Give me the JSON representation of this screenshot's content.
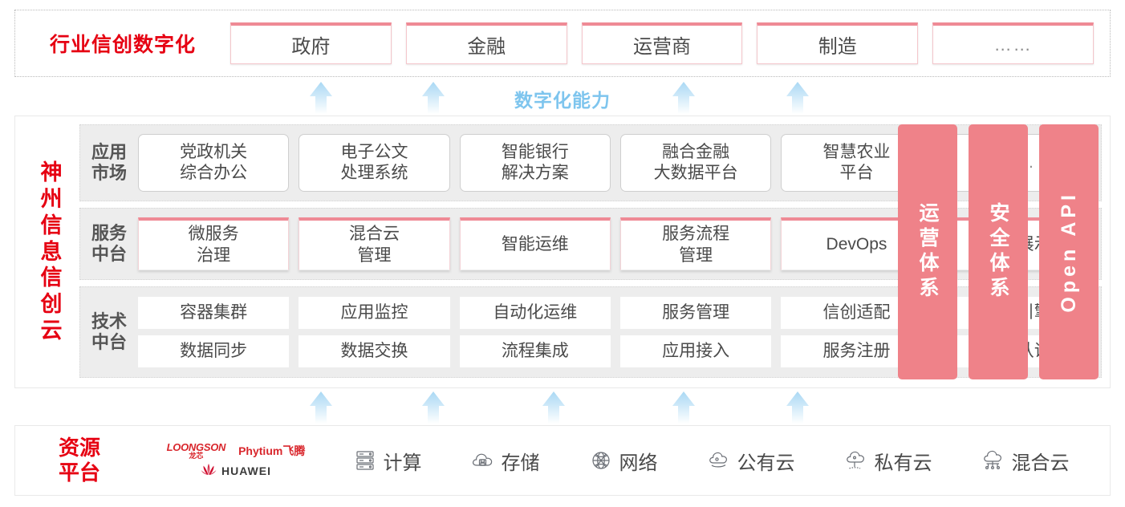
{
  "industry": {
    "title": "行业信创数字化",
    "boxes": [
      {
        "label": "政府"
      },
      {
        "label": "金融"
      },
      {
        "label": "运营商"
      },
      {
        "label": "制造"
      },
      {
        "label": "……"
      }
    ]
  },
  "capability": {
    "label": "数字化能力",
    "arrow_color": "#bfe2f7"
  },
  "platform": {
    "title_chars": [
      "神",
      "州",
      "信",
      "息",
      "信",
      "创",
      "云"
    ],
    "rows": [
      {
        "label_lines": [
          "应用",
          "市场"
        ],
        "cells": [
          {
            "lines": [
              "党政机关",
              "综合办公"
            ]
          },
          {
            "lines": [
              "电子公文",
              "处理系统"
            ]
          },
          {
            "lines": [
              "智能银行",
              "解决方案"
            ]
          },
          {
            "lines": [
              "融合金融",
              "大数据平台"
            ]
          },
          {
            "lines": [
              "智慧农业",
              "平台"
            ]
          },
          {
            "lines": [
              "……"
            ]
          }
        ]
      },
      {
        "label_lines": [
          "服务",
          "中台"
        ],
        "cells": [
          {
            "lines": [
              "微服务",
              "治理"
            ]
          },
          {
            "lines": [
              "混合云",
              "管理"
            ]
          },
          {
            "lines": [
              "智能运维"
            ]
          },
          {
            "lines": [
              "服务流程",
              "管理"
            ]
          },
          {
            "lines": [
              "DevOps"
            ]
          },
          {
            "lines": [
              "大屏展示"
            ]
          }
        ]
      },
      {
        "label_lines": [
          "技术",
          "中台"
        ],
        "line1": [
          "容器集群",
          "应用监控",
          "自动化运维",
          "服务管理",
          "信创适配",
          "流程引擎"
        ],
        "line2": [
          "数据同步",
          "数据交换",
          "流程集成",
          "应用接入",
          "服务注册",
          "统一认证"
        ]
      }
    ],
    "pillars": [
      {
        "text": "运营体系",
        "latin": false
      },
      {
        "text": "安全体系",
        "latin": false
      },
      {
        "text": "Open API",
        "latin": true
      }
    ],
    "pillar_color": "#ef8289"
  },
  "resource": {
    "title_lines": [
      "资源",
      "平台"
    ],
    "vendors": [
      {
        "name": "LOONGSON",
        "cn": "龙芯",
        "icon": "loongson-logo"
      },
      {
        "name": "Phytium飞腾",
        "icon": "phytium-logo"
      },
      {
        "name": "HUAWEI",
        "icon": "huawei-logo"
      }
    ],
    "items": [
      {
        "label": "计算",
        "icon": "server-icon"
      },
      {
        "label": "存储",
        "icon": "cloud-storage-icon"
      },
      {
        "label": "网络",
        "icon": "network-globe-icon"
      },
      {
        "label": "公有云",
        "icon": "public-cloud-icon"
      },
      {
        "label": "私有云",
        "icon": "private-cloud-icon"
      },
      {
        "label": "混合云",
        "icon": "hybrid-cloud-icon"
      }
    ]
  },
  "colors": {
    "brand_red": "#e60012",
    "pink": "#ef8289",
    "arrow_blue": "#bfe2f7",
    "band_gray": "#ededed"
  }
}
